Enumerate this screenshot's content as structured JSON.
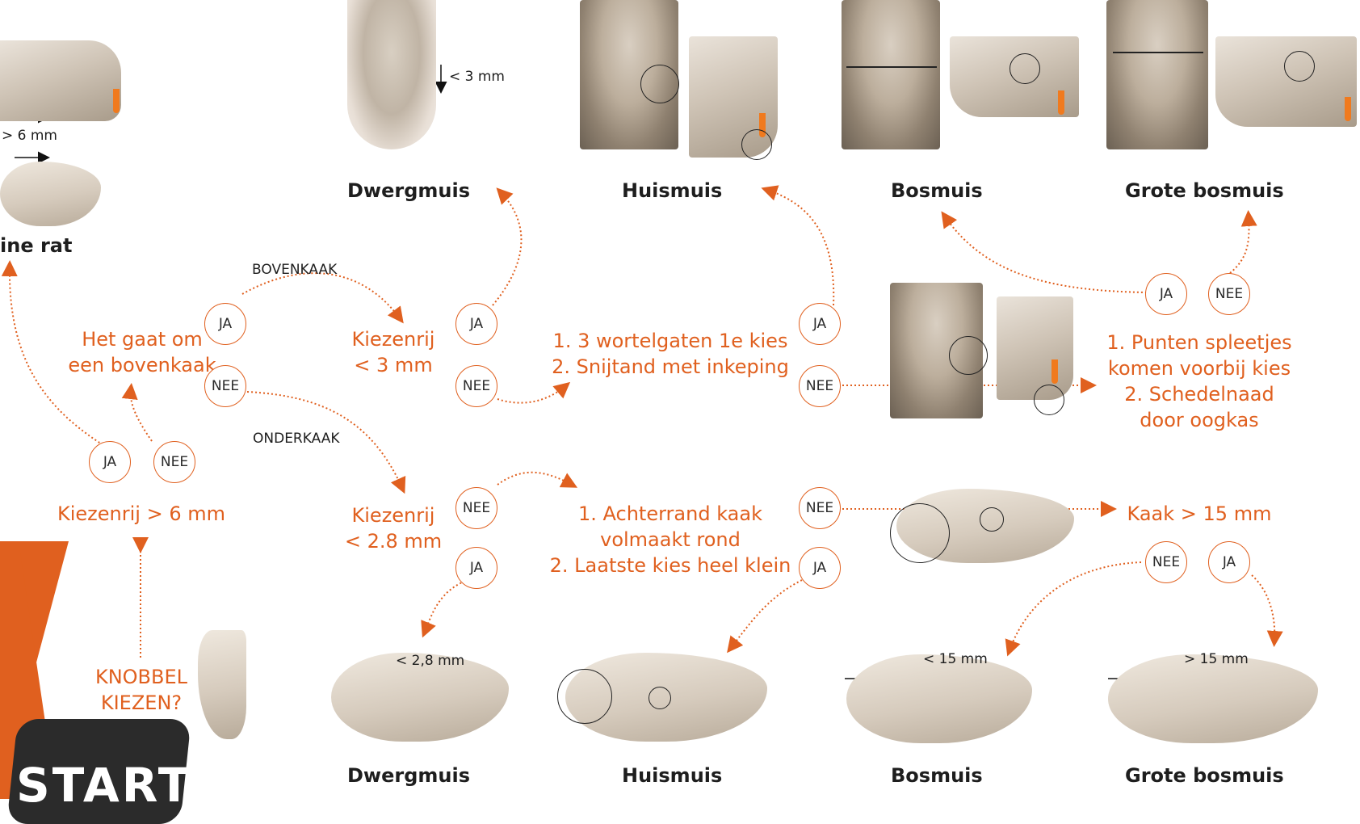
{
  "colors": {
    "accent": "#e0601f",
    "text": "#1e1e1e",
    "dark_badge": "#2b2b2b"
  },
  "labels": {
    "partial_rat": "ine rat",
    "dwergmuis_top": "Dwergmuis",
    "huismuis_top": "Huismuis",
    "bosmuis_top": "Bosmuis",
    "grote_bosmuis_top": "Grote bosmuis",
    "dwergmuis_bottom": "Dwergmuis",
    "huismuis_bottom": "Huismuis",
    "bosmuis_bottom": "Bosmuis",
    "grote_bosmuis_bottom": "Grote bosmuis"
  },
  "questions": {
    "bovenkaak_1": "Het gaat om",
    "bovenkaak_2": "een bovenkaak",
    "kiezenrij_6": "Kiezenrij > 6 mm",
    "knobbel_1": "KNOBBEL",
    "knobbel_2": "KIEZEN?",
    "kiezenrij_3_1": "Kiezenrij",
    "kiezenrij_3_2": "< 3 mm",
    "kiezenrij_28_1": "Kiezenrij",
    "kiezenrij_28_2": "< 2.8 mm",
    "wortel_1": "1. 3 wortelgaten 1e kies",
    "wortel_2": "2. Snijtand met inkeping",
    "achterrand_1": "1. Achterrand kaak",
    "achterrand_2": "volmaakt rond",
    "achterrand_3": "2. Laatste kies heel klein",
    "punten_1": "1. Punten spleetjes",
    "punten_2": "komen voorbij kies",
    "punten_3": "2. Schedelnaad",
    "punten_4": "door oogkas",
    "kaak_15": "Kaak > 15 mm"
  },
  "branches": {
    "bovenkaak": "BOVENKAAK",
    "onderkaak": "ONDERKAAK"
  },
  "answers": {
    "ja": "JA",
    "nee": "NEE"
  },
  "measurements": {
    "rat_6mm": "> 6 mm",
    "dwerg_3mm": "< 3 mm",
    "dwerg_28mm": "< 2,8 mm",
    "bos_15mm": "< 15 mm",
    "grote_15mm": "> 15 mm"
  },
  "start_label": "START"
}
